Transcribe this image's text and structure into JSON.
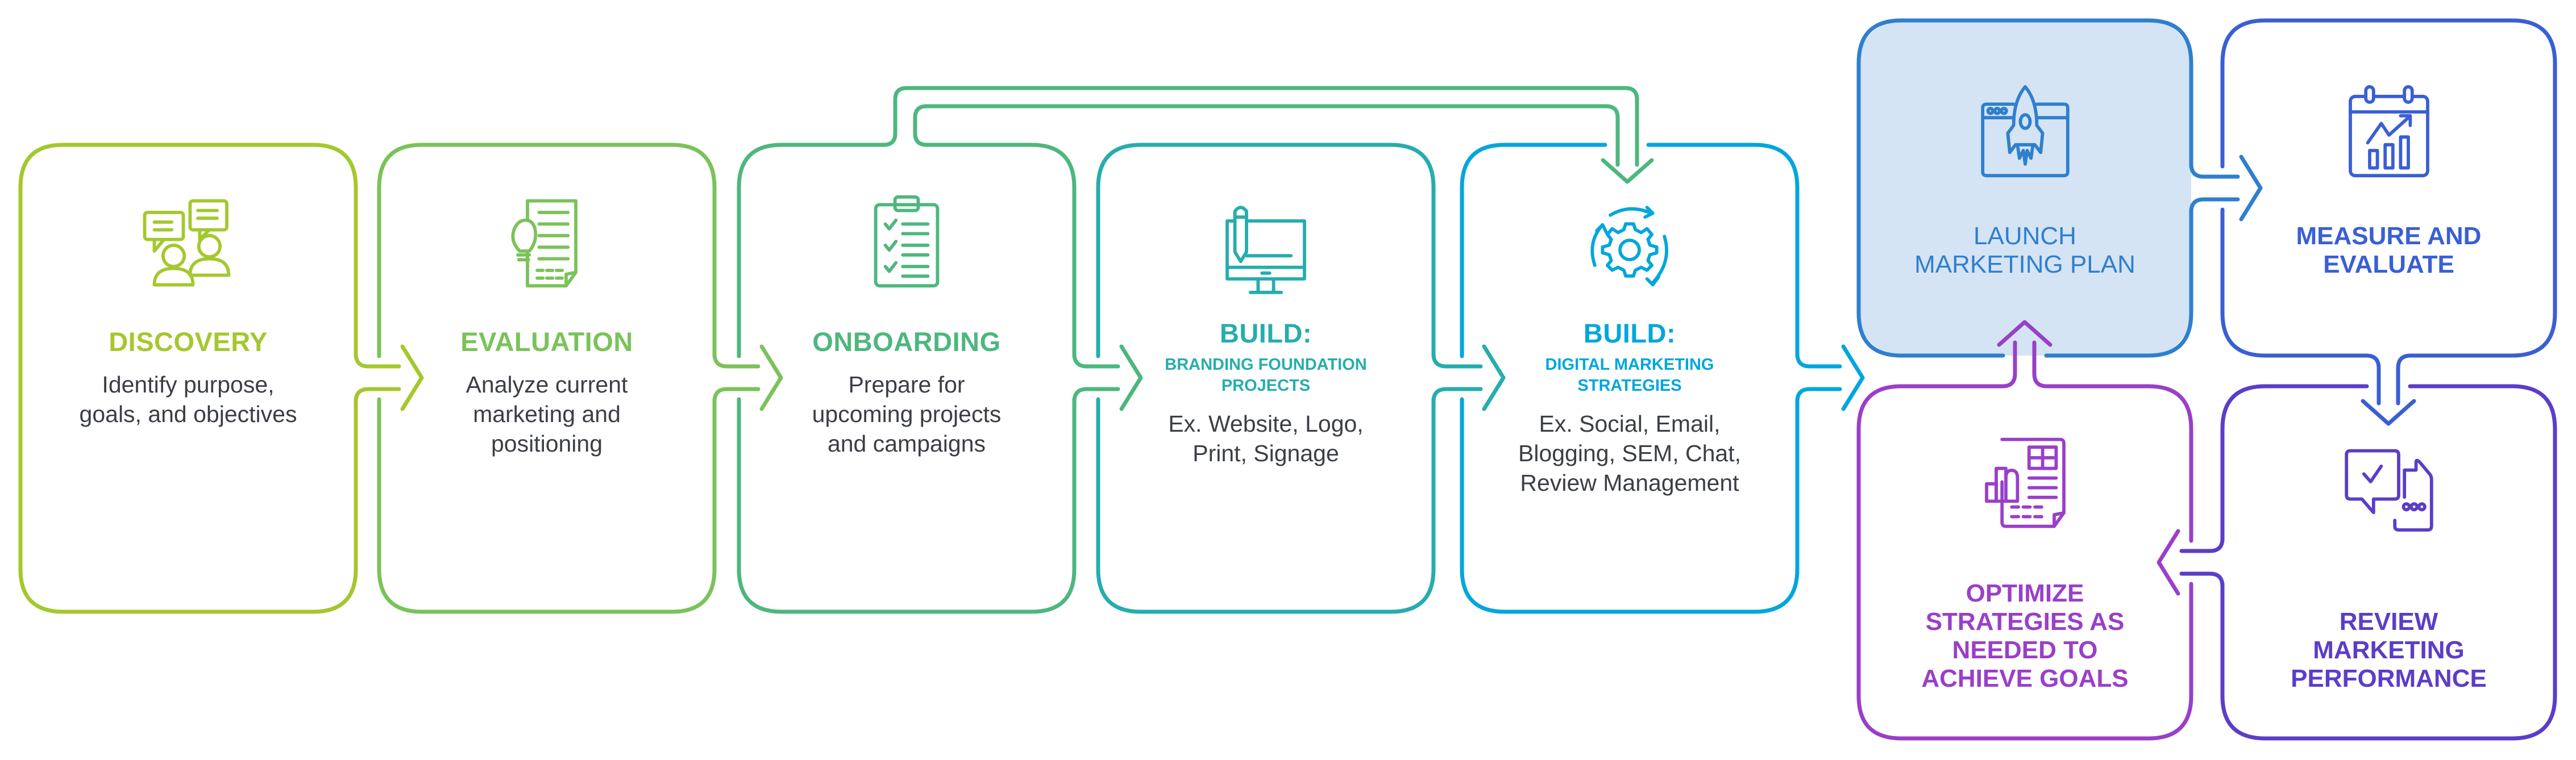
{
  "diagram": {
    "type": "process-flow",
    "steps": [
      {
        "id": "discovery",
        "title": "DISCOVERY",
        "subtitle": "",
        "description": "Identify purpose, goals, and objectives",
        "lines": [
          "Identify purpose,",
          "goals, and objectives"
        ],
        "icon": "conversation-people-icon",
        "color": "#A4C82D"
      },
      {
        "id": "evaluation",
        "title": "EVALUATION",
        "subtitle": "",
        "lines": [
          "Analyze current",
          "marketing and",
          "positioning"
        ],
        "icon": "document-lightbulb-icon",
        "color": "#7BC25A"
      },
      {
        "id": "onboarding",
        "title": "ONBOARDING",
        "subtitle": "",
        "lines": [
          "Prepare for",
          "upcoming projects",
          "and campaigns"
        ],
        "icon": "clipboard-checklist-icon",
        "color": "#4DB77E"
      },
      {
        "id": "build-branding",
        "title": "BUILD:",
        "subtitle_lines": [
          "BRANDING FOUNDATION",
          "PROJECTS"
        ],
        "lines": [
          "Ex. Website, Logo,",
          "Print, Signage"
        ],
        "icon": "monitor-pencil-icon",
        "color": "#26ADAD"
      },
      {
        "id": "build-digital",
        "title": "BUILD:",
        "subtitle_lines": [
          "DIGITAL MARKETING",
          "STRATEGIES"
        ],
        "lines": [
          "Ex. Social, Email,",
          "Blogging, SEM, Chat,",
          "Review Management"
        ],
        "icon": "gear-cycle-icon",
        "color": "#00A6DD"
      },
      {
        "id": "launch",
        "title_lines": [
          "LAUNCH",
          "MARKETING PLAN"
        ],
        "icon": "rocket-browser-icon",
        "color": "#2F7FCE",
        "fill": "#D4E4F4"
      },
      {
        "id": "measure",
        "title_lines": [
          "MEASURE AND",
          "EVALUATE"
        ],
        "icon": "calendar-chart-icon",
        "color": "#3A5FD4"
      },
      {
        "id": "review",
        "title_lines": [
          "REVIEW",
          "MARKETING",
          "PERFORMANCE"
        ],
        "icon": "chat-review-icon",
        "color": "#5B3DC9"
      },
      {
        "id": "optimize",
        "title_lines": [
          "OPTIMIZE",
          "STRATEGIES AS",
          "NEEDED TO",
          "ACHIEVE GOALS"
        ],
        "icon": "report-chart-icon",
        "color": "#9A3FC8"
      }
    ],
    "connections": [
      {
        "from": "discovery",
        "to": "evaluation"
      },
      {
        "from": "evaluation",
        "to": "onboarding"
      },
      {
        "from": "onboarding",
        "to": "build-branding"
      },
      {
        "from": "onboarding",
        "to": "build-digital",
        "kind": "skip-over"
      },
      {
        "from": "build-branding",
        "to": "build-digital"
      },
      {
        "from": "build-digital",
        "to": "launch"
      },
      {
        "from": "launch",
        "to": "measure"
      },
      {
        "from": "measure",
        "to": "review"
      },
      {
        "from": "review",
        "to": "optimize"
      },
      {
        "from": "optimize",
        "to": "launch"
      }
    ],
    "text_color": "#3B3E45"
  }
}
